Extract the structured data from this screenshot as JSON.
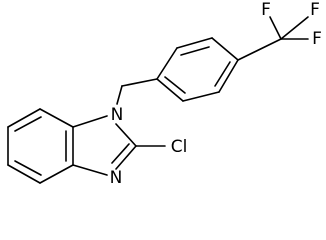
{
  "molecule": {
    "atom_labels": {
      "n1": "N",
      "n3": "N",
      "cl": "Cl",
      "f_top_left": "F",
      "f_top_right": "F",
      "f_right": "F"
    }
  }
}
